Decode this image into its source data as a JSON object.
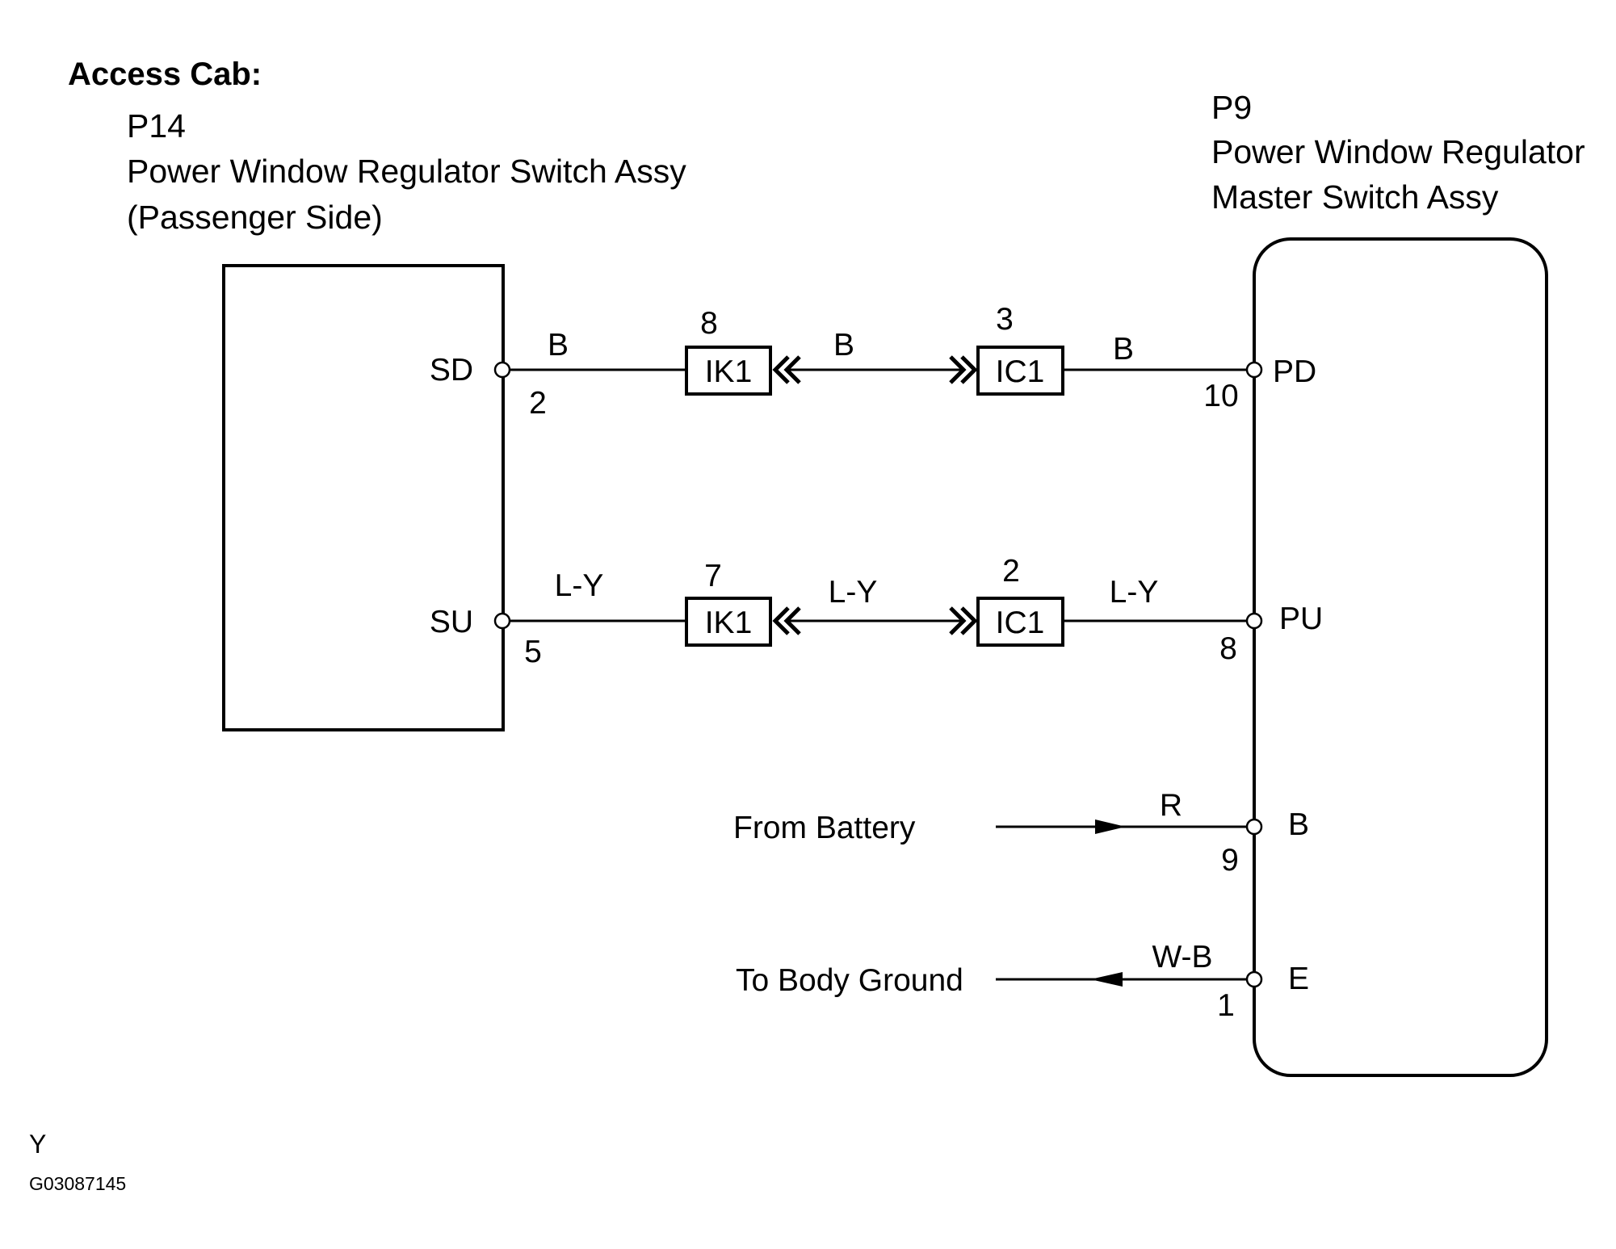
{
  "title": "Access Cab:",
  "left_component": {
    "code": "P14",
    "name": "Power Window Regulator Switch Assy",
    "side": "(Passenger Side)"
  },
  "right_component": {
    "code": "P9",
    "name_line1": "Power Window Regulator",
    "name_line2": "Master Switch Assy"
  },
  "circuits": [
    {
      "terminal_left": "SD",
      "pin_left": "2",
      "wire_left": "B",
      "ik_pin": "8",
      "ik_connector": "IK1",
      "wire_mid": "B",
      "ic_pin": "3",
      "ic_connector": "IC1",
      "wire_right": "B",
      "pin_right": "10",
      "terminal_right": "PD"
    },
    {
      "terminal_left": "SU",
      "pin_left": "5",
      "wire_left": "L-Y",
      "ik_pin": "7",
      "ik_connector": "IK1",
      "wire_mid": "L-Y",
      "ic_pin": "2",
      "ic_connector": "IC1",
      "wire_right": "L-Y",
      "pin_right": "8",
      "terminal_right": "PU"
    }
  ],
  "power": {
    "source": "From Battery",
    "wire": "R",
    "pin": "9",
    "terminal": "B"
  },
  "ground": {
    "destination": "To Body Ground",
    "wire": "W-B",
    "pin": "1",
    "terminal": "E"
  },
  "footer": {
    "code": "Y",
    "figure_id": "G03087145"
  }
}
